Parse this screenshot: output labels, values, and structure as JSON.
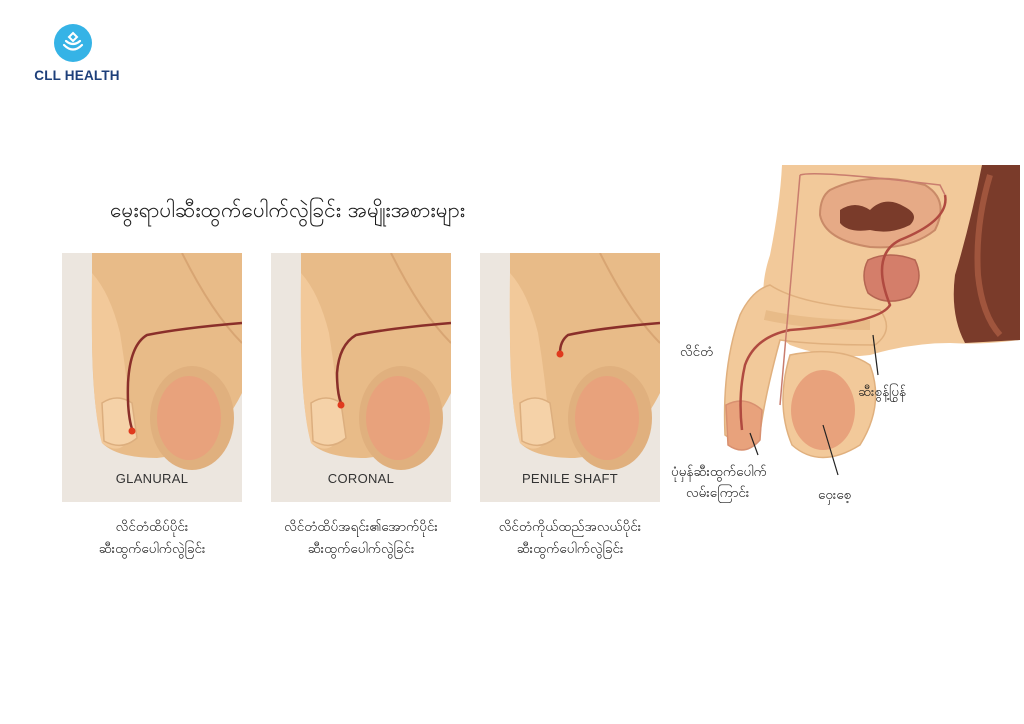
{
  "brand": {
    "name": "CLL HEALTH",
    "color": "#35b3e6"
  },
  "title": "မွေးရာပါဆီးထွက်ပေါက်လွဲခြင်း အမျိုးအစားများ",
  "types": [
    {
      "label": "GLANURAL",
      "caption_line1": "လိင်တံထိပ်ပိုင်း",
      "caption_line2": "ဆီးထွက်ပေါက်လွဲခြင်း"
    },
    {
      "label": "CORONAL",
      "caption_line1": "လိင်တံထိပ်အရင်း၏အောက်ပိုင်း",
      "caption_line2": "ဆီးထွက်ပေါက်လွဲခြင်း"
    },
    {
      "label": "PENILE SHAFT",
      "caption_line1": "လိင်တံကိုယ်ထည်အလယ်ပိုင်း",
      "caption_line2": "ဆီးထွက်ပေါက်လွဲခြင်း"
    }
  ],
  "anatomy_labels": {
    "penis": "လိင်တံ",
    "urethra_line1": "ပုံမှန်ဆီးထွက်ပေါက်",
    "urethra_line2": "လမ်းကြောင်း",
    "testis": "ဝှေးစေ့",
    "prostate": "ဆီးစွန့်ပြွန်"
  },
  "colors": {
    "skin": "#f2c99a",
    "skin_shadow": "#e0b07e",
    "testis": "#e8a27c",
    "urethra": "#8a2f2a",
    "meatus": "#e03a1e",
    "panel_bg": "#ece6df"
  }
}
